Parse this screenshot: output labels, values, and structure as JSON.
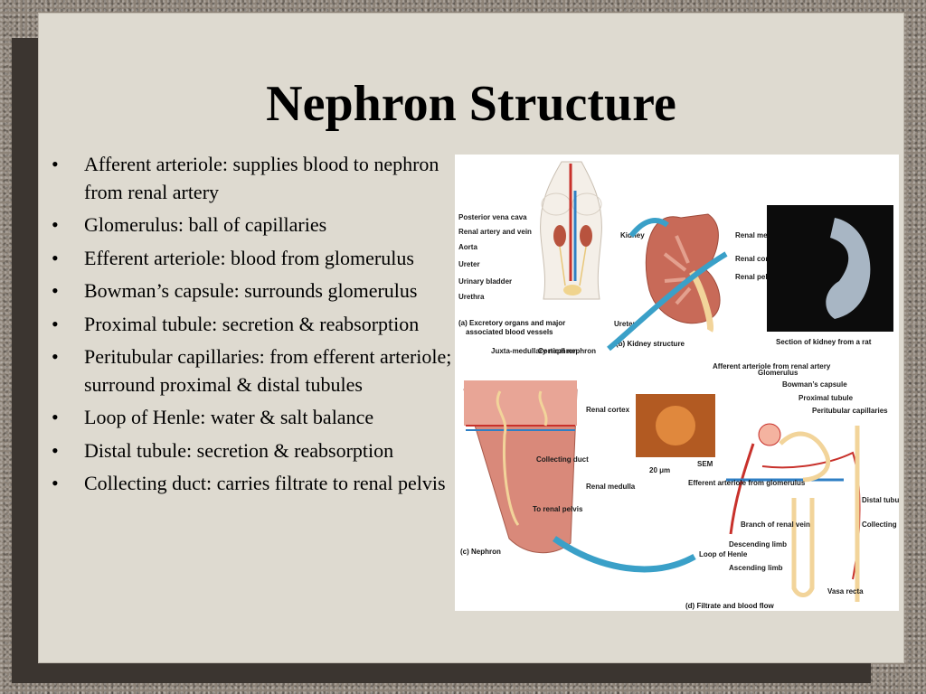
{
  "slide": {
    "title": "Nephron Structure",
    "bullets": [
      "Afferent arteriole: supplies blood to nephron from renal artery",
      "Glomerulus: ball of capillaries",
      "Efferent arteriole: blood from glomerulus",
      "Bowman’s capsule: surrounds glomerulus",
      "Proximal tubule: secretion & reabsorption",
      "Peritubular capillaries: from efferent arteriole; surround proximal & distal tubules",
      "Loop of Henle: water & salt balance",
      "Distal tubule: secretion & reabsorption",
      "Collecting duct: carries filtrate to renal pelvis"
    ],
    "bullet_glyph": "•"
  },
  "figure": {
    "panel_a": {
      "caption_line1": "(a) Excretory organs and major",
      "caption_line2": "associated blood vessels",
      "labels": [
        "Posterior vena cava",
        "Renal artery and vein",
        "Aorta",
        "Ureter",
        "Urinary bladder",
        "Urethra",
        "Kidney"
      ]
    },
    "panel_b": {
      "caption": "(b) Kidney structure",
      "labels": [
        "Renal medulla",
        "Renal cortex",
        "Renal pelvis",
        "Ureter"
      ],
      "rat_caption": "Section of kidney from a rat"
    },
    "panel_c": {
      "caption": "(c) Nephron",
      "labels": [
        "Juxta-medullary nephron",
        "Cortical nephron",
        "Renal cortex",
        "Collecting duct",
        "Renal medulla",
        "To renal pelvis"
      ]
    },
    "panel_d": {
      "caption": "(d) Filtrate and blood flow",
      "labels": [
        "Afferent arteriole from renal artery",
        "Glomerulus",
        "Bowman’s capsule",
        "Proximal tubule",
        "Peritubular capillaries",
        "SEM",
        "20 μm",
        "Efferent arteriole from glomerulus",
        "Branch of renal vein",
        "Descending limb",
        "Loop of Henle",
        "Ascending limb",
        "Distal tubule",
        "Collecting duct",
        "Vasa recta"
      ]
    },
    "colors": {
      "artery": "#c8312b",
      "vein": "#2f7fc4",
      "tubule": "#f2d49a",
      "kidney": "#c86a58",
      "arrow": "#3aa0c8"
    }
  }
}
